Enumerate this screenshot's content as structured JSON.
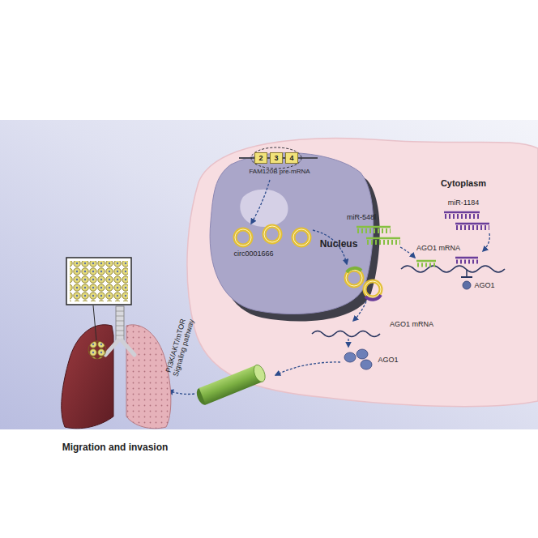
{
  "diagram": {
    "nodes": [
      {
        "text": [
          "Cytoplasm"
        ]
      },
      {
        "text": [
          "Nucleus"
        ],
        "in": 0
      },
      {
        "text": [
          "2"
        ],
        "in": 1
      },
      {
        "text": [
          "3"
        ],
        "in": 1
      },
      {
        "text": [
          "4"
        ],
        "in": 1
      },
      {
        "text": [
          "PI3K/AKT/mTOR Signaling pathway"
        ]
      }
    ],
    "labels": [
      "FAM120B pre-mRNA",
      "circ0001666",
      "miR-548l",
      "miR-1184",
      "AGO1 mRNA",
      "AGO1",
      "AGO1 mRNA",
      "AGO1",
      "Migration and invasion"
    ]
  }
}
